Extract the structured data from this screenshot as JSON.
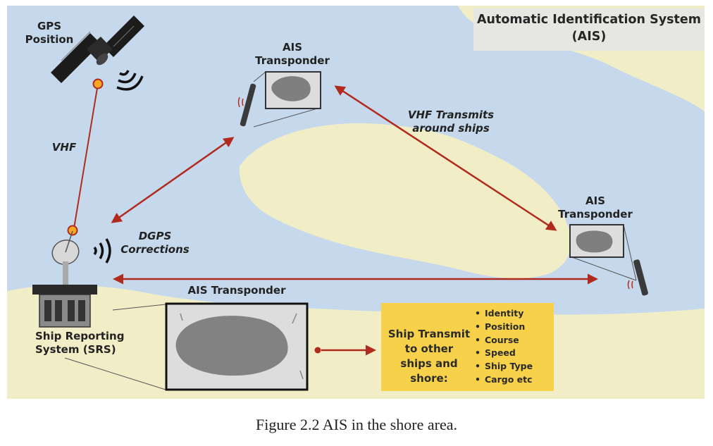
{
  "title": "Automatic Identification System (AIS)",
  "labels": {
    "gps_position": "GPS Position",
    "vhf": "VHF",
    "dgps_corrections": "DGPS Corrections",
    "vhf_transmits": "VHF Transmits around ships",
    "ais_transponder_top": "AIS Transponder",
    "ais_transponder_right": "AIS Transponder",
    "ais_transponder_bottom": "AIS Transponder",
    "srs": "Ship Reporting System (SRS)"
  },
  "info_box": {
    "heading": "Ship Transmit to other ships and shore:",
    "items": [
      "Identity",
      "Position",
      "Course",
      "Speed",
      "Ship Type",
      "Cargo etc"
    ]
  },
  "caption": "Figure 2.2 AIS in the shore area.",
  "colors": {
    "sea": "#c6d9ec",
    "land": "#f1edc6",
    "arrow": "#b12a1e",
    "satellite_dot": "#f5a623",
    "info_box": "#f7d14a",
    "title_box": "#e6e6e2"
  }
}
